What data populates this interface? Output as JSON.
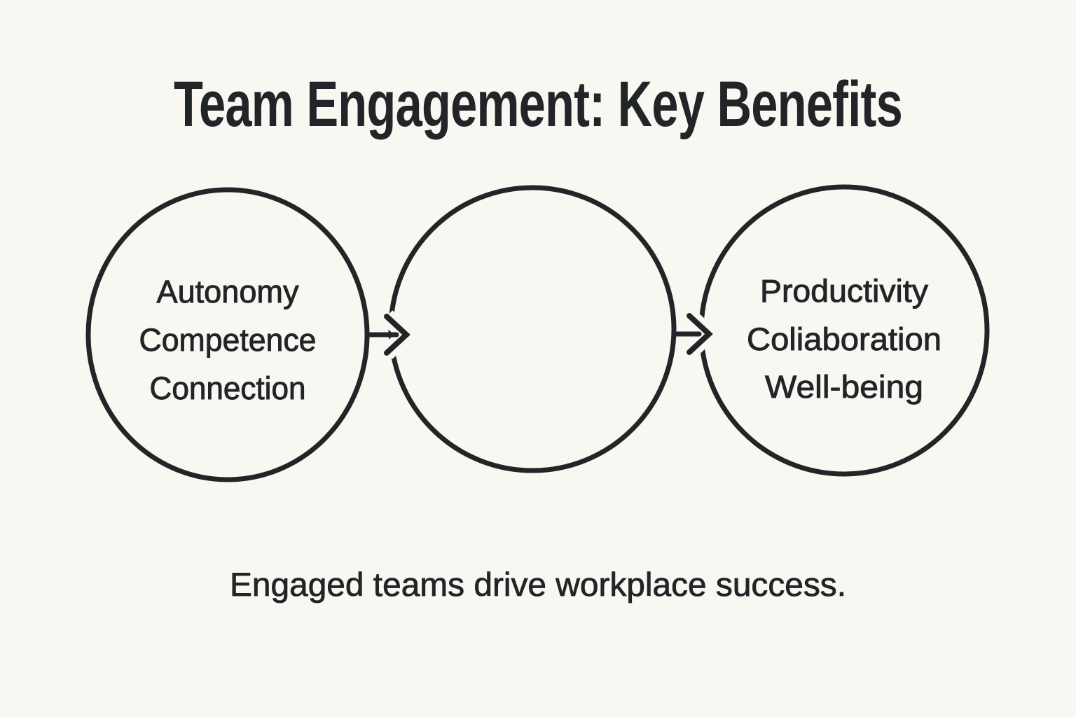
{
  "colors": {
    "background": "#f9f7f1",
    "ink": "#222528"
  },
  "title": "Team Engagement: Key Benefits",
  "diagram": {
    "left_circle": {
      "lines": [
        "Autonomy",
        "Competence",
        "Connection"
      ]
    },
    "middle_circle": {
      "lines": []
    },
    "right_circle": {
      "lines": [
        "Productivity",
        "Coliaboration",
        "Well-being"
      ]
    },
    "arrows": [
      "left-to-middle",
      "middle-to-right"
    ]
  },
  "caption": "Engaged teams drive workplace success."
}
